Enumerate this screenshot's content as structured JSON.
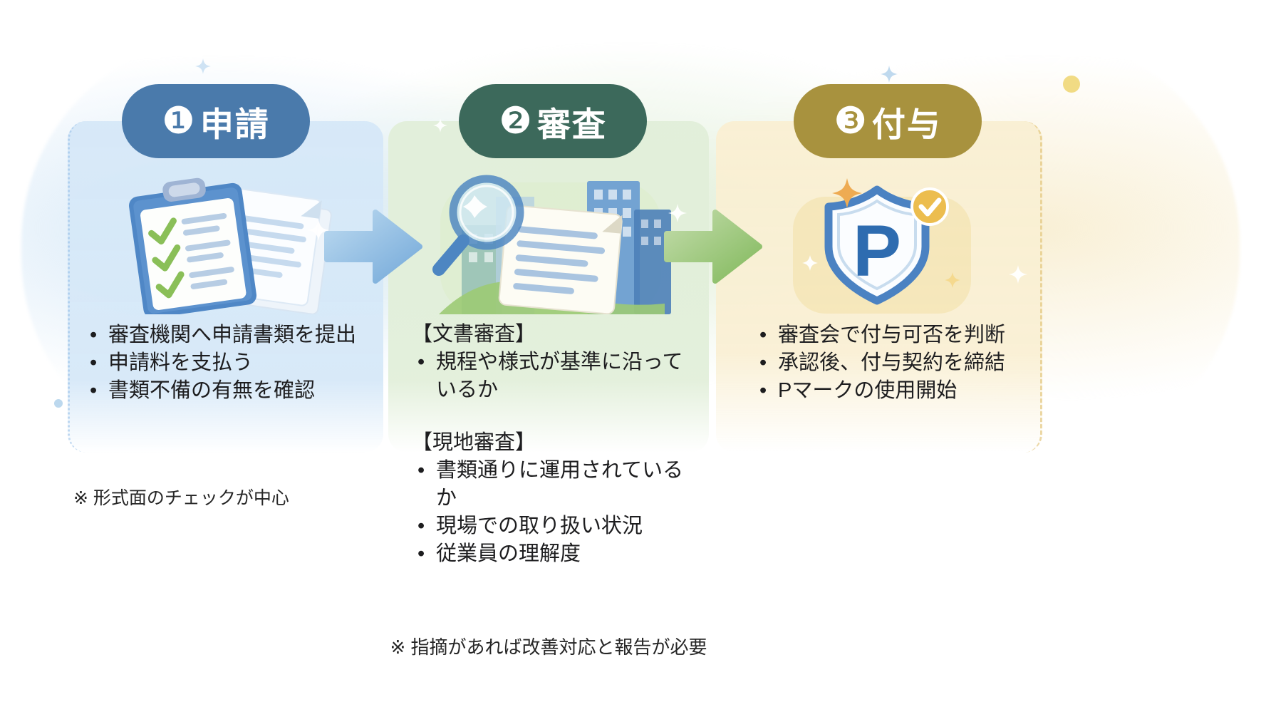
{
  "infographic": {
    "footer_note": "※ 指摘があれば改善対応と報告が必要"
  },
  "steps": [
    {
      "badge": "❶",
      "title": "申請",
      "pill_color": "#4a7aab",
      "card_color": "#d6e8f8",
      "illustration_icon": "clipboard-checklist-icon",
      "bullets": [
        "審査機関へ申請書類を提出",
        "申請料を支払う",
        "書類不備の有無を確認"
      ],
      "note": "※ 形式面のチェックが中心"
    },
    {
      "badge": "❷",
      "title": "審査",
      "pill_color": "#3c695b",
      "card_color": "#e2efda",
      "illustration_icon": "magnifier-document-buildings-icon",
      "sections": [
        {
          "heading": "【文書審査】",
          "bullets": [
            "規程や様式が基準に沿っているか"
          ]
        },
        {
          "heading": "【現地審査】",
          "bullets": [
            "書類通りに運用されているか",
            "現場での取り扱い状況",
            "従業員の理解度"
          ]
        }
      ]
    },
    {
      "badge": "❸",
      "title": "付与",
      "pill_color": "#a8923e",
      "card_color": "#f9efd3",
      "illustration_icon": "p-mark-shield-icon",
      "p_mark_letter": "P",
      "bullets": [
        "審査会で付与可否を判断",
        "承認後、付与契約を締結",
        "Pマークの使用開始"
      ]
    }
  ],
  "arrows": [
    {
      "name": "arrow-application-to-examination",
      "color": "#7fb2dd"
    },
    {
      "name": "arrow-examination-to-grant",
      "color": "#8bc164"
    }
  ]
}
